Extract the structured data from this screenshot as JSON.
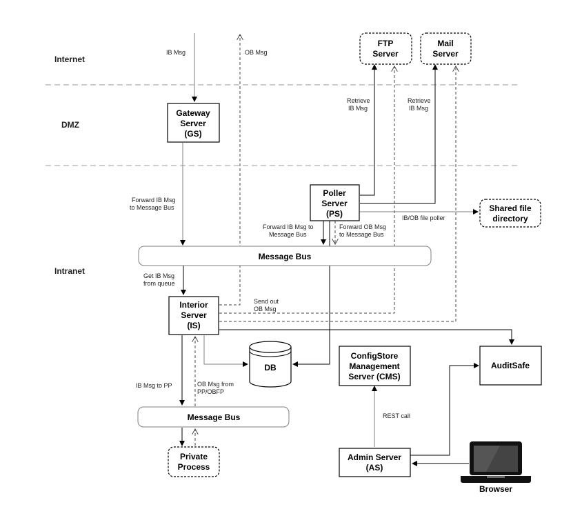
{
  "zones": {
    "internet": "Internet",
    "dmz": "DMZ",
    "intranet": "Intranet"
  },
  "nodes": {
    "ftp": [
      "FTP",
      "Server"
    ],
    "mail": [
      "Mail",
      "Server"
    ],
    "gateway": [
      "Gateway",
      "Server",
      "(GS)"
    ],
    "poller": [
      "Poller",
      "Server",
      "(PS)"
    ],
    "shared": [
      "Shared file",
      "directory"
    ],
    "bus_top": "Message Bus",
    "interior": [
      "Interior",
      "Server",
      "(IS)"
    ],
    "db": "DB",
    "cms": [
      "ConfigStore",
      "Management",
      "Server (CMS)"
    ],
    "auditsafe": "AuditSafe",
    "bus_bottom": "Message Bus",
    "private": [
      "Private",
      "Process"
    ],
    "admin": [
      "Admin Server",
      "(AS)"
    ],
    "browser": "Browser"
  },
  "edges": {
    "ib_msg": "IB Msg",
    "ob_msg": "OB Msg",
    "retrieve_ftp": [
      "Retrieve",
      "IB Msg"
    ],
    "retrieve_mail": [
      "Retrieve",
      "IB Msg"
    ],
    "forward_gs": [
      "Forward IB Msg",
      "to Message Bus"
    ],
    "forward_ps_ib": [
      "Forward IB Msg to",
      "Message Bus"
    ],
    "forward_ps_ob": [
      "Forward OB Msg",
      "to Message Bus"
    ],
    "file_poller": "IB/OB file poller",
    "get_ib": [
      "Get IB Msg",
      "from queue"
    ],
    "send_out": [
      "Send out",
      "OB Msg"
    ],
    "ib_to_pp": "IB Msg to PP",
    "ob_from_pp": [
      "OB Msg from",
      "PP/OBFP"
    ],
    "rest_call": "REST call"
  }
}
